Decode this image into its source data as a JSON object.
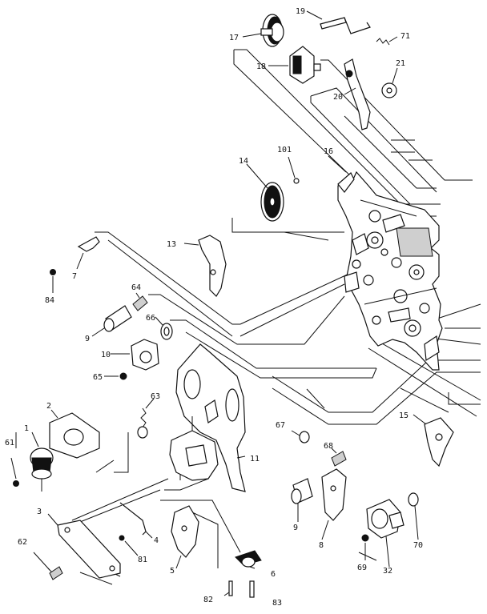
{
  "diagram": {
    "labels": {
      "l17": "17",
      "l18": "18",
      "l19": "19",
      "l71": "71",
      "l21": "21",
      "l20": "20",
      "l101": "101",
      "l14": "14",
      "l16": "16",
      "l13": "13",
      "l7": "7",
      "l84": "84",
      "l64": "64",
      "l9a": "9",
      "l66": "66",
      "l10": "10",
      "l65": "65",
      "l63": "63",
      "l2": "2",
      "l1": "1",
      "l61": "61",
      "l11": "11",
      "l67": "67",
      "l68": "68",
      "l15": "15",
      "l3": "3",
      "l62": "62",
      "l81": "81",
      "l4": "4",
      "l5": "5",
      "l6": "6",
      "l82": "82",
      "l83": "83",
      "l9b": "9",
      "l8": "8",
      "l69": "69",
      "l32": "32",
      "l70": "70"
    }
  }
}
